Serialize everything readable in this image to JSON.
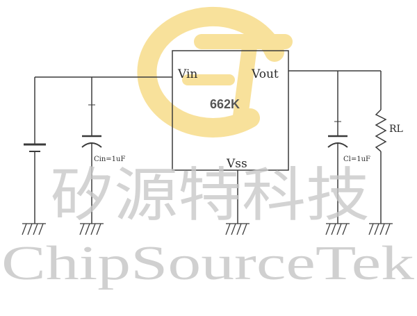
{
  "chip": {
    "part_number": "662K",
    "pin_in": "Vin",
    "pin_out": "Vout",
    "pin_gnd": "Vss"
  },
  "components": {
    "cin_label": "Cin=1uF",
    "cl_label": "Cl=1uF",
    "load_label": "RL"
  },
  "watermark": {
    "chinese": "矽源特科技",
    "english": "ChipSourceTek",
    "logo_letters": "GT"
  },
  "colors": {
    "wire": "#3a3a3a",
    "logo": "#f6d77a",
    "watermark_text": "#c8c8c8",
    "chip_label": "#555555"
  }
}
